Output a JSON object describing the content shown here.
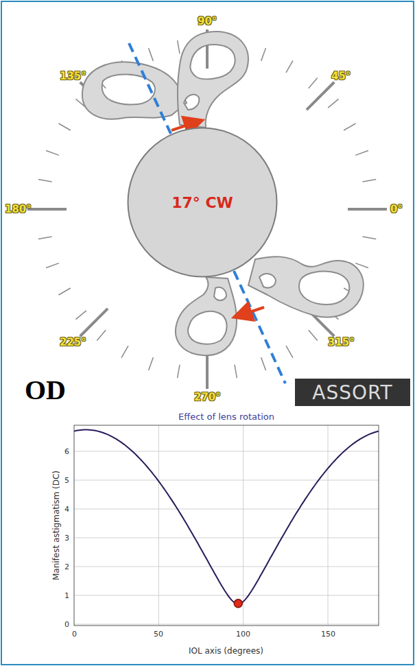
{
  "diagram": {
    "nodes": [
      {
        "text": [
          "17° CW"
        ]
      },
      {
        "text": [
          "ASSORT"
        ]
      }
    ],
    "labels": [
      "90°",
      "45°",
      "0°",
      "315°",
      "270°",
      "225°",
      "180°",
      "135°",
      "OD",
      "Effect of lens rotation",
      "Manifest astigmatism (DC)",
      "IOL axis (degrees)",
      "0",
      "1",
      "2",
      "3",
      "4",
      "5",
      "6",
      "0",
      "50",
      "100",
      "150"
    ]
  }
}
